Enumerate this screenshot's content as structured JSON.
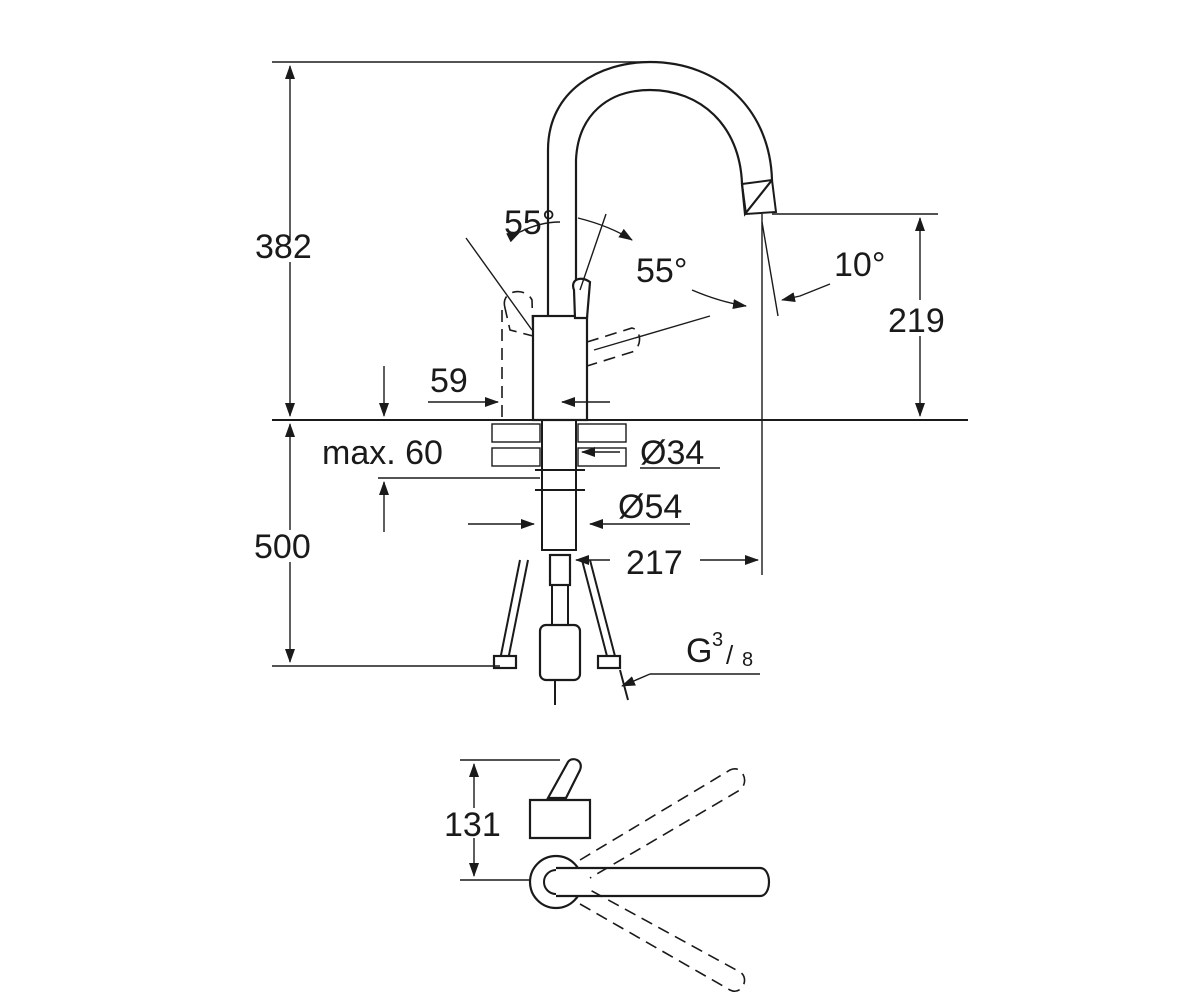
{
  "dimensions": {
    "height_total": "382",
    "spout_height": "219",
    "below_deck": "500",
    "lever_offset": "59",
    "deck_thickness": "max. 60",
    "base_diameter": "Ø34",
    "hole_diameter": "Ø54",
    "spout_reach": "217",
    "angle_left": "55°",
    "angle_right": "55°",
    "spout_tilt": "10°",
    "connection_thread_main": "G",
    "connection_thread_num": "3",
    "connection_thread_den": "8",
    "top_view_depth": "131"
  }
}
